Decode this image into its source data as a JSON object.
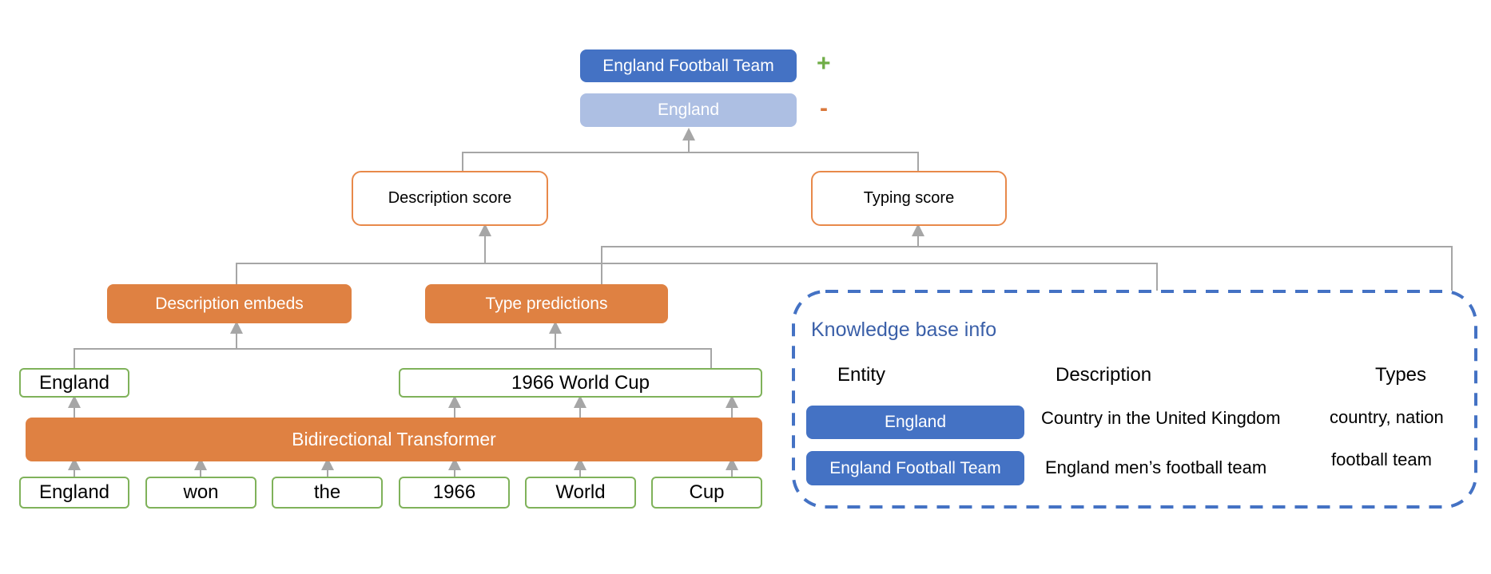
{
  "candidates": {
    "positive": "England Football Team",
    "positive_sign": "+",
    "negative": "England",
    "negative_sign": "-"
  },
  "scores": {
    "description": "Description score",
    "typing": "Typing score"
  },
  "heads": {
    "description_embeds": "Description embeds",
    "type_predictions": "Type predictions"
  },
  "mentions": [
    "England",
    "1966 World Cup"
  ],
  "encoder": "Bidirectional Transformer",
  "tokens": [
    "England",
    "won",
    "the",
    "1966",
    "World",
    "Cup"
  ],
  "knowledge_base": {
    "title": "Knowledge base info",
    "headers": [
      "Entity",
      "Description",
      "Types"
    ],
    "rows": [
      {
        "entity": "England",
        "description": "Country in the United Kingdom",
        "types": "country, nation"
      },
      {
        "entity": "England Football Team",
        "description": "England men’s football team",
        "types": "football team"
      }
    ]
  },
  "colors": {
    "blue": "#4472c4",
    "faded_blue": "#adbfe3",
    "orange": "#df8142",
    "green": "#7fb25a",
    "positive": "#70ad47",
    "negative": "#d9773a",
    "line": "#a6a6a6"
  }
}
